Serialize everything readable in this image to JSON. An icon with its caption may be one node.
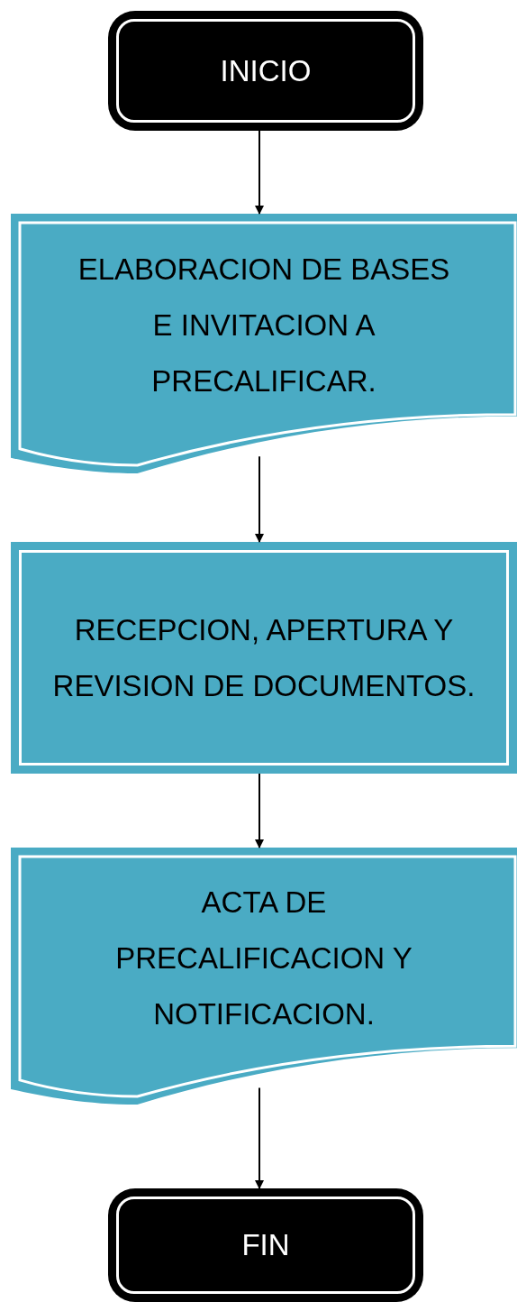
{
  "diagram": {
    "nodes": [
      {
        "text": [
          "INICIO"
        ]
      },
      {
        "text": [
          "ELABORACION DE BASES E INVITACION A PRECALIFICAR."
        ]
      },
      {
        "text": [
          "RECEPCION, APERTURA Y REVISION DE DOCUMENTOS."
        ]
      },
      {
        "text": [
          "ACTA DE PRECALIFICACION Y NOTIFICACION."
        ]
      },
      {
        "text": [
          "FIN"
        ]
      }
    ],
    "edges": [
      {
        "from": 0,
        "to": 1,
        "arrow": "to"
      },
      {
        "from": 1,
        "to": 2,
        "arrow": "to"
      },
      {
        "from": 2,
        "to": 3,
        "arrow": "to"
      },
      {
        "from": 3,
        "to": 4,
        "arrow": "to"
      }
    ]
  }
}
